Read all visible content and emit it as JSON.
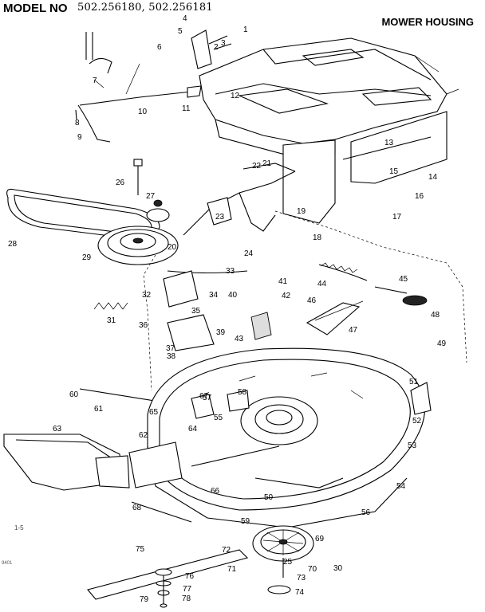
{
  "header": {
    "model_label": "MODEL NO",
    "model_numbers": "502.256180, 502.256181",
    "section_title": "MOWER HOUSING"
  },
  "corner_note": "1-5",
  "margin_code": "9401",
  "callouts": [
    "1",
    "2",
    "3",
    "4",
    "5",
    "6",
    "7",
    "8",
    "9",
    "10",
    "11",
    "12",
    "13",
    "14",
    "15",
    "16",
    "17",
    "18",
    "19",
    "20",
    "21",
    "22",
    "23",
    "24",
    "25",
    "26",
    "27",
    "28",
    "29",
    "30",
    "31",
    "32",
    "33",
    "34",
    "35",
    "36",
    "37",
    "38",
    "39",
    "40",
    "41",
    "42",
    "43",
    "44",
    "45",
    "46",
    "47",
    "48",
    "49",
    "50",
    "51",
    "52",
    "53",
    "54",
    "55",
    "56",
    "57",
    "58",
    "59",
    "60",
    "61",
    "62",
    "63",
    "64",
    "65",
    "66",
    "67",
    "68",
    "69",
    "70",
    "71",
    "72",
    "73",
    "74",
    "75",
    "76",
    "77",
    "78",
    "79"
  ]
}
